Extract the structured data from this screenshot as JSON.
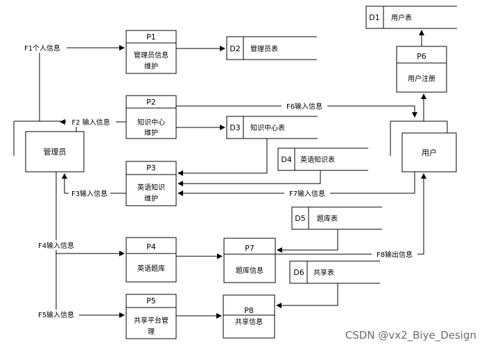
{
  "diagram": {
    "entities": {
      "admin": "管理员",
      "user": "用户"
    },
    "processes": {
      "p1": {
        "id": "P1",
        "name_line1": "管理员信息",
        "name_line2": "维护"
      },
      "p2": {
        "id": "P2",
        "name_line1": "知识中心",
        "name_line2": "维护"
      },
      "p3": {
        "id": "P3",
        "name_line1": "英语知识",
        "name_line2": "维护"
      },
      "p4": {
        "id": "P4",
        "name_line1": "英语题库",
        "name_line2": ""
      },
      "p5": {
        "id": "P5",
        "name_line1": "共享平台管",
        "name_line2": "理"
      },
      "p6": {
        "id": "P6",
        "name_line1": "用户注册",
        "name_line2": ""
      },
      "p7": {
        "id": "P7",
        "name_line1": "题库信息",
        "name_line2": ""
      },
      "p8": {
        "id": "P8",
        "name_line1": "共享信息",
        "name_line2": ""
      }
    },
    "stores": {
      "d1": {
        "id": "D1",
        "name": "用户表"
      },
      "d2": {
        "id": "D2",
        "name": "管理员表"
      },
      "d3": {
        "id": "D3",
        "name": "知识中心表"
      },
      "d4": {
        "id": "D4",
        "name": "英语知识表"
      },
      "d5": {
        "id": "D5",
        "name": "题库表"
      },
      "d6": {
        "id": "D6",
        "name": "共享表"
      }
    },
    "flows": {
      "f1": "F1个人信息",
      "f2": "F2 输入信息",
      "f3": "F3输入信息",
      "f4": "F4输入信息",
      "f5": "F5输入信息",
      "f6": "F6输入信息",
      "f7": "F7输入信息",
      "f8": "F8输出信息"
    }
  },
  "watermark": "CSDN @vx2_Biye_Design"
}
